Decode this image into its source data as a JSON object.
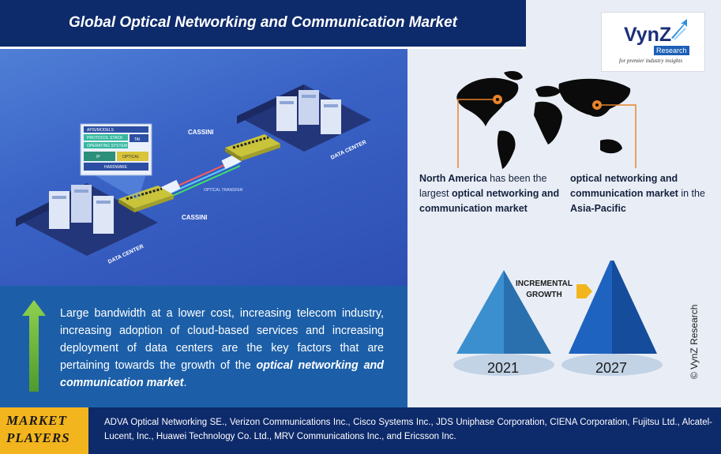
{
  "header": {
    "title": "Global Optical Networking and Communication Market"
  },
  "logo": {
    "name": "VynZ",
    "sub": "Research",
    "tagline": "for premier industry insights"
  },
  "hero": {
    "stack_labels": [
      "APIS/MODELS",
      "PROTOCOL STACK",
      "TAI",
      "OPERATING SYSTEM",
      "IP",
      "OPTICAL",
      "HARDWARE"
    ],
    "cassini_top": "CASSINI",
    "cassini_bottom": "CASSINI",
    "optical_transfer": "OPTICAL TRANSFER",
    "dc_top": "DATA CENTER",
    "dc_bottom": "DATA CENTER"
  },
  "regions": {
    "na_bold1": "North America",
    "na_text1": " has been the largest ",
    "na_bold2": "optical networking and communication market",
    "ap_bold1": "optical networking and communication market",
    "ap_text1": " in the ",
    "ap_bold2": "Asia-Pacific"
  },
  "growth": {
    "label_line1": "INCREMENTAL",
    "label_line2": "GROWTH",
    "year_start": "2021",
    "year_end": "2027"
  },
  "copyright": "© VynZ Research",
  "drivers": {
    "text": "Large bandwidth at a lower cost, increasing telecom industry, increasing adoption of cloud-based services and increasing deployment of data centers are the key factors that are pertaining towards the growth of the ",
    "emphasis": "optical networking and communication market",
    "end": "."
  },
  "footer": {
    "badge_line1": "MARKET",
    "badge_line2": "PLAYERS",
    "players": "ADVA Optical Networking SE., Verizon Communications Inc., Cisco Systems Inc., JDS Uniphase Corporation, CIENA Corporation, Fujitsu Ltd., Alcatel-Lucent, Inc., Huawei Technology Co. Ltd., MRV Communications Inc., and Ericsson Inc."
  },
  "colors": {
    "navy": "#0d2a6b",
    "accent_orange": "#e8832a",
    "badge_yellow": "#f3b51d",
    "driver_blue": "#1c5fa8"
  }
}
